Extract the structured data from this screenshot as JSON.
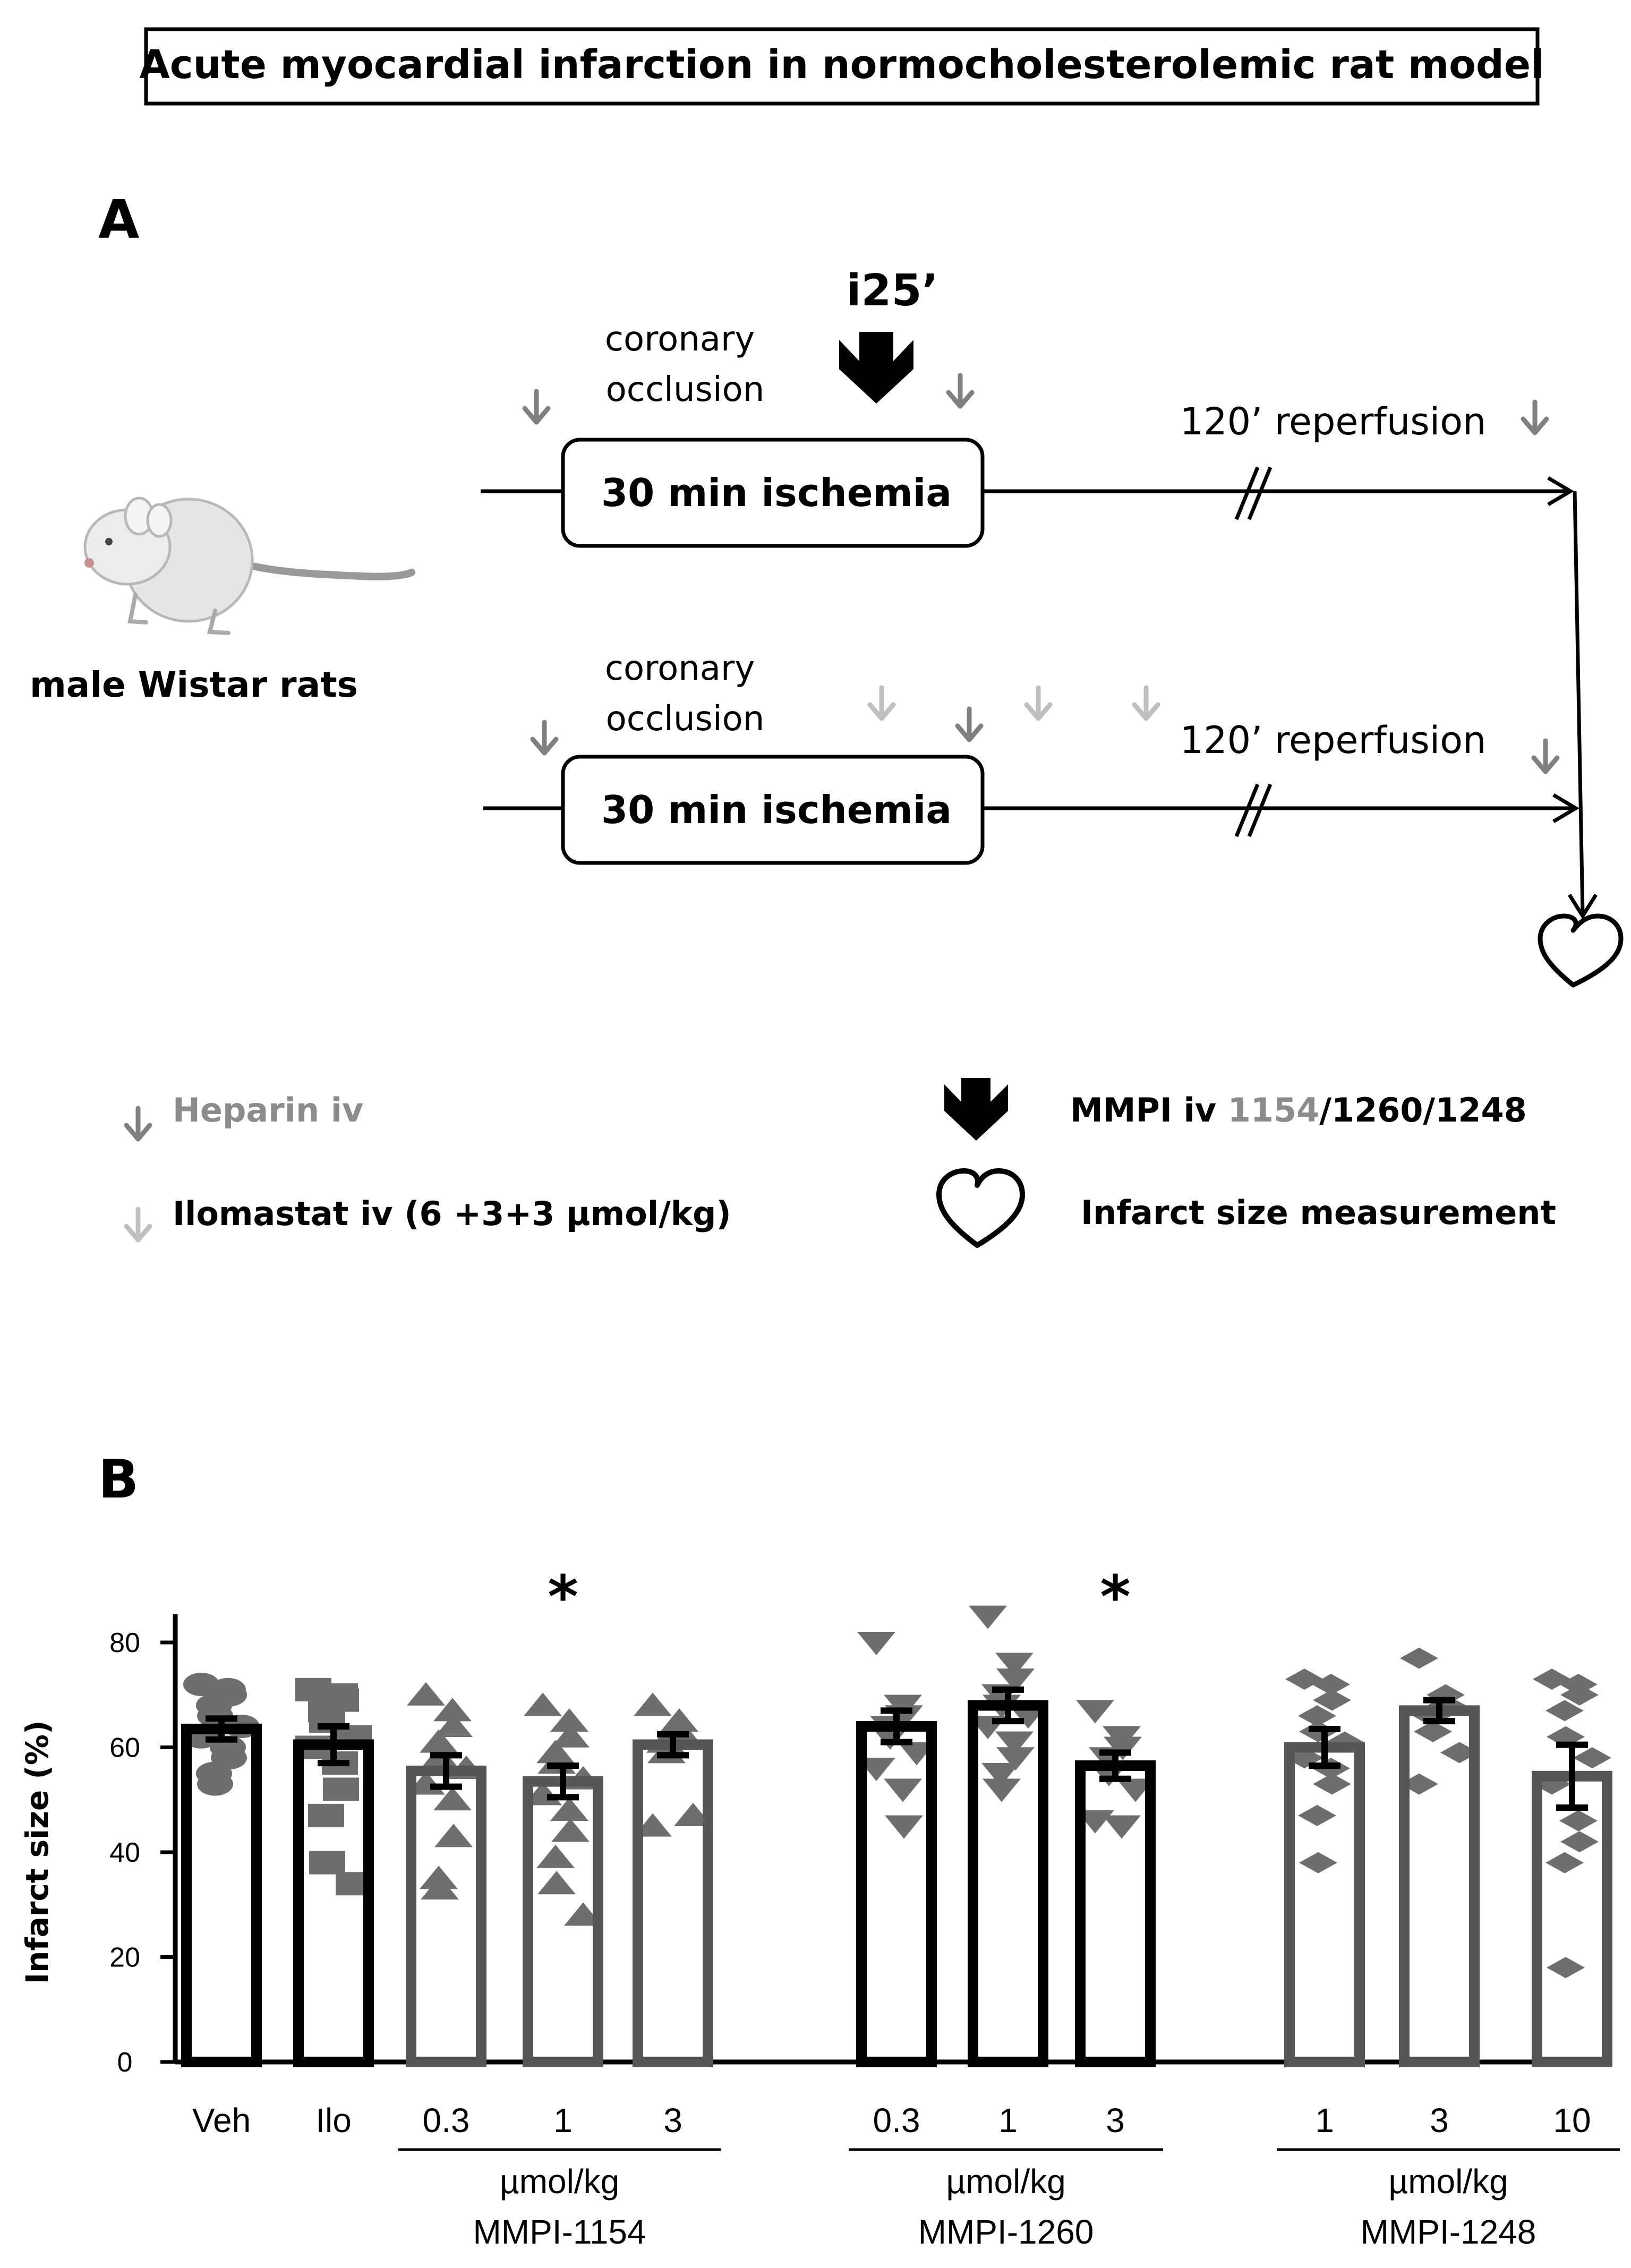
{
  "title": "Acute myocardial infarction in normocholesterolemic rat model",
  "panel_a": {
    "label": "A",
    "animal_label": "male Wistar rats",
    "occlusion_label_line1": "coronary",
    "occlusion_label_line2": "occlusion",
    "mmpi_time_label": "i25’",
    "ischemia_label": "30 min ischemia",
    "reperfusion_label": "120’ reperfusion"
  },
  "legend": {
    "heparin": "Heparin iv",
    "ilomastat": "Ilomastat iv (6 +3+3 µmol/kg)",
    "mmpi_prefix": "MMPI iv ",
    "mmpi_1154": "1154",
    "mmpi_sep1": "/",
    "mmpi_1260": "1260",
    "mmpi_sep2": "/",
    "mmpi_1248": "1248",
    "infarct": "Infarct size measurement"
  },
  "colors": {
    "heparin_arrow": "#808080",
    "ilomastat_arrow": "#bfbfbf",
    "mmpi_arrow": "#000000",
    "marker": "#6e6e6e",
    "bar_1154": "#555555",
    "bar_1260": "#000000",
    "bar_1248": "#555555"
  },
  "icons": {
    "heparin": "thin-down-arrow-icon",
    "ilomastat": "thin-down-arrow-icon",
    "mmpi": "bold-down-arrow-icon",
    "infarct": "heart-outline-icon",
    "animal": "rat-icon"
  },
  "chart_data": {
    "panel_label": "B",
    "type": "bar",
    "ylabel": "Infarct size (%)",
    "ylim": [
      0,
      80
    ],
    "yticks": [
      0,
      20,
      40,
      60,
      80
    ],
    "unit_label": "µmol/kg",
    "categories": [
      "Veh",
      "Ilo",
      "0.3",
      "1",
      "3",
      "0.3",
      "1",
      "3",
      "1",
      "3",
      "10"
    ],
    "groups": [
      {
        "name": "MMPI-1154",
        "indices": [
          2,
          3,
          4
        ]
      },
      {
        "name": "MMPI-1260",
        "indices": [
          5,
          6,
          7
        ]
      },
      {
        "name": "MMPI-1248",
        "indices": [
          8,
          9,
          10
        ]
      }
    ],
    "values": [
      63.5,
      60.5,
      55.5,
      53.5,
      60.5,
      64,
      68,
      56.5,
      60,
      67,
      54.5
    ],
    "sem": [
      2,
      3.5,
      3,
      3,
      2,
      3,
      3,
      2.5,
      3.5,
      2,
      6
    ],
    "significance": [
      "",
      "",
      "",
      "*",
      "",
      "",
      "",
      "*",
      "",
      "",
      ""
    ],
    "markers": [
      "circle",
      "square",
      "triangle-up",
      "triangle-up",
      "triangle-up",
      "triangle-down",
      "triangle-down",
      "triangle-down",
      "diamond",
      "diamond",
      "diamond"
    ],
    "points": [
      [
        72,
        71,
        70,
        68,
        66,
        64,
        62,
        60,
        58,
        55,
        53
      ],
      [
        71,
        70,
        69,
        67,
        65,
        62,
        60,
        57,
        52,
        47,
        38,
        34
      ],
      [
        70,
        67,
        64,
        61,
        58,
        56,
        53,
        50,
        43,
        35,
        33
      ],
      [
        68,
        65,
        62,
        59,
        57,
        54,
        51,
        48,
        44,
        39,
        34,
        28
      ],
      [
        68,
        65,
        63,
        61,
        59,
        47,
        45
      ],
      [
        80,
        68,
        66,
        64,
        62,
        59,
        56,
        52,
        45
      ],
      [
        85,
        76,
        73,
        70,
        68,
        66,
        64,
        61,
        58,
        55,
        52
      ],
      [
        67,
        62,
        60,
        58,
        55,
        52,
        46,
        45
      ],
      [
        73,
        72,
        69,
        66,
        63,
        61,
        58,
        56,
        53,
        47,
        38
      ],
      [
        77,
        70,
        68,
        66,
        63,
        59,
        53
      ],
      [
        73,
        72,
        70,
        67,
        62,
        58,
        53,
        46,
        42,
        38,
        18
      ]
    ]
  }
}
